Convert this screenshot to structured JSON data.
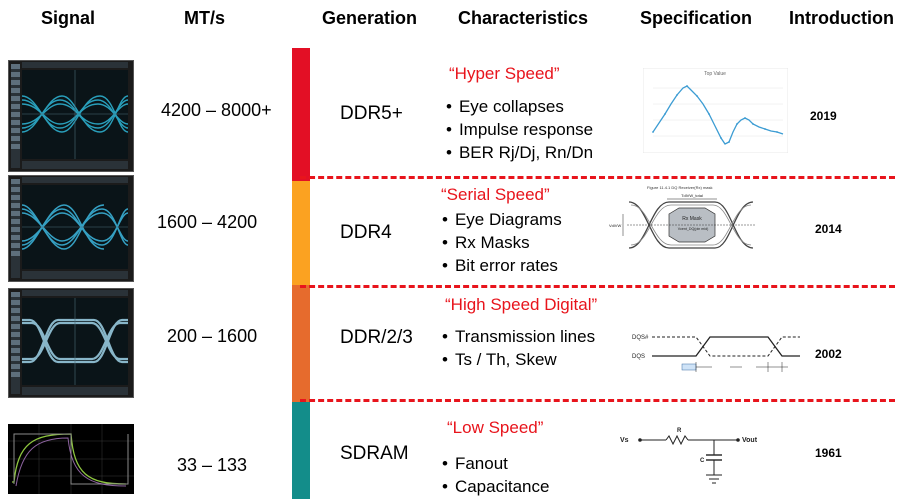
{
  "headers": {
    "signal": "Signal",
    "mts": "MT/s",
    "generation": "Generation",
    "characteristics": "Characteristics",
    "specification": "Specification",
    "introduction": "Introduction"
  },
  "rows": [
    {
      "mts": "4200 – 8000+",
      "generation": "DDR5+",
      "quote": "“Hyper Speed”",
      "bullets": [
        "Eye collapses",
        "Impulse response",
        "BER Rj/Dj, Rn/Dn"
      ],
      "year": "2019",
      "color": "#e30f25",
      "spec_title": "Top Value"
    },
    {
      "mts": "1600 – 4200",
      "generation": "DDR4",
      "quote": "“Serial Speed”",
      "bullets": [
        "Eye Diagrams",
        "Rx Masks",
        "Bit error rates"
      ],
      "year": "2014",
      "color": "#fba221",
      "spec_title": "Figure 11.4.1 DQ Receiver(Rx) mask",
      "spec_mask": "Rx Mask",
      "spec_tdiw": "TdiVW_total",
      "spec_vdivw": "VdiVW",
      "spec_vcent": "Vcent_DQ(pin mid)"
    },
    {
      "mts": "200 – 1600",
      "generation": "DDR/2/3",
      "quote": "“High Speed Digital”",
      "bullets": [
        "Transmission lines",
        "Ts / Th, Skew"
      ],
      "year": "2002",
      "color": "#e66b2d",
      "spec_dqs_n": "DQS#",
      "spec_dqs": "DQS"
    },
    {
      "mts": "33 – 133",
      "generation": "SDRAM",
      "quote": "“Low Speed”",
      "bullets": [
        "Fanout",
        "Capacitance"
      ],
      "year": "1961",
      "color": "#138d8a",
      "spec_vs": "Vs",
      "spec_r": "R",
      "spec_c": "C",
      "spec_vout": "Vout"
    }
  ]
}
